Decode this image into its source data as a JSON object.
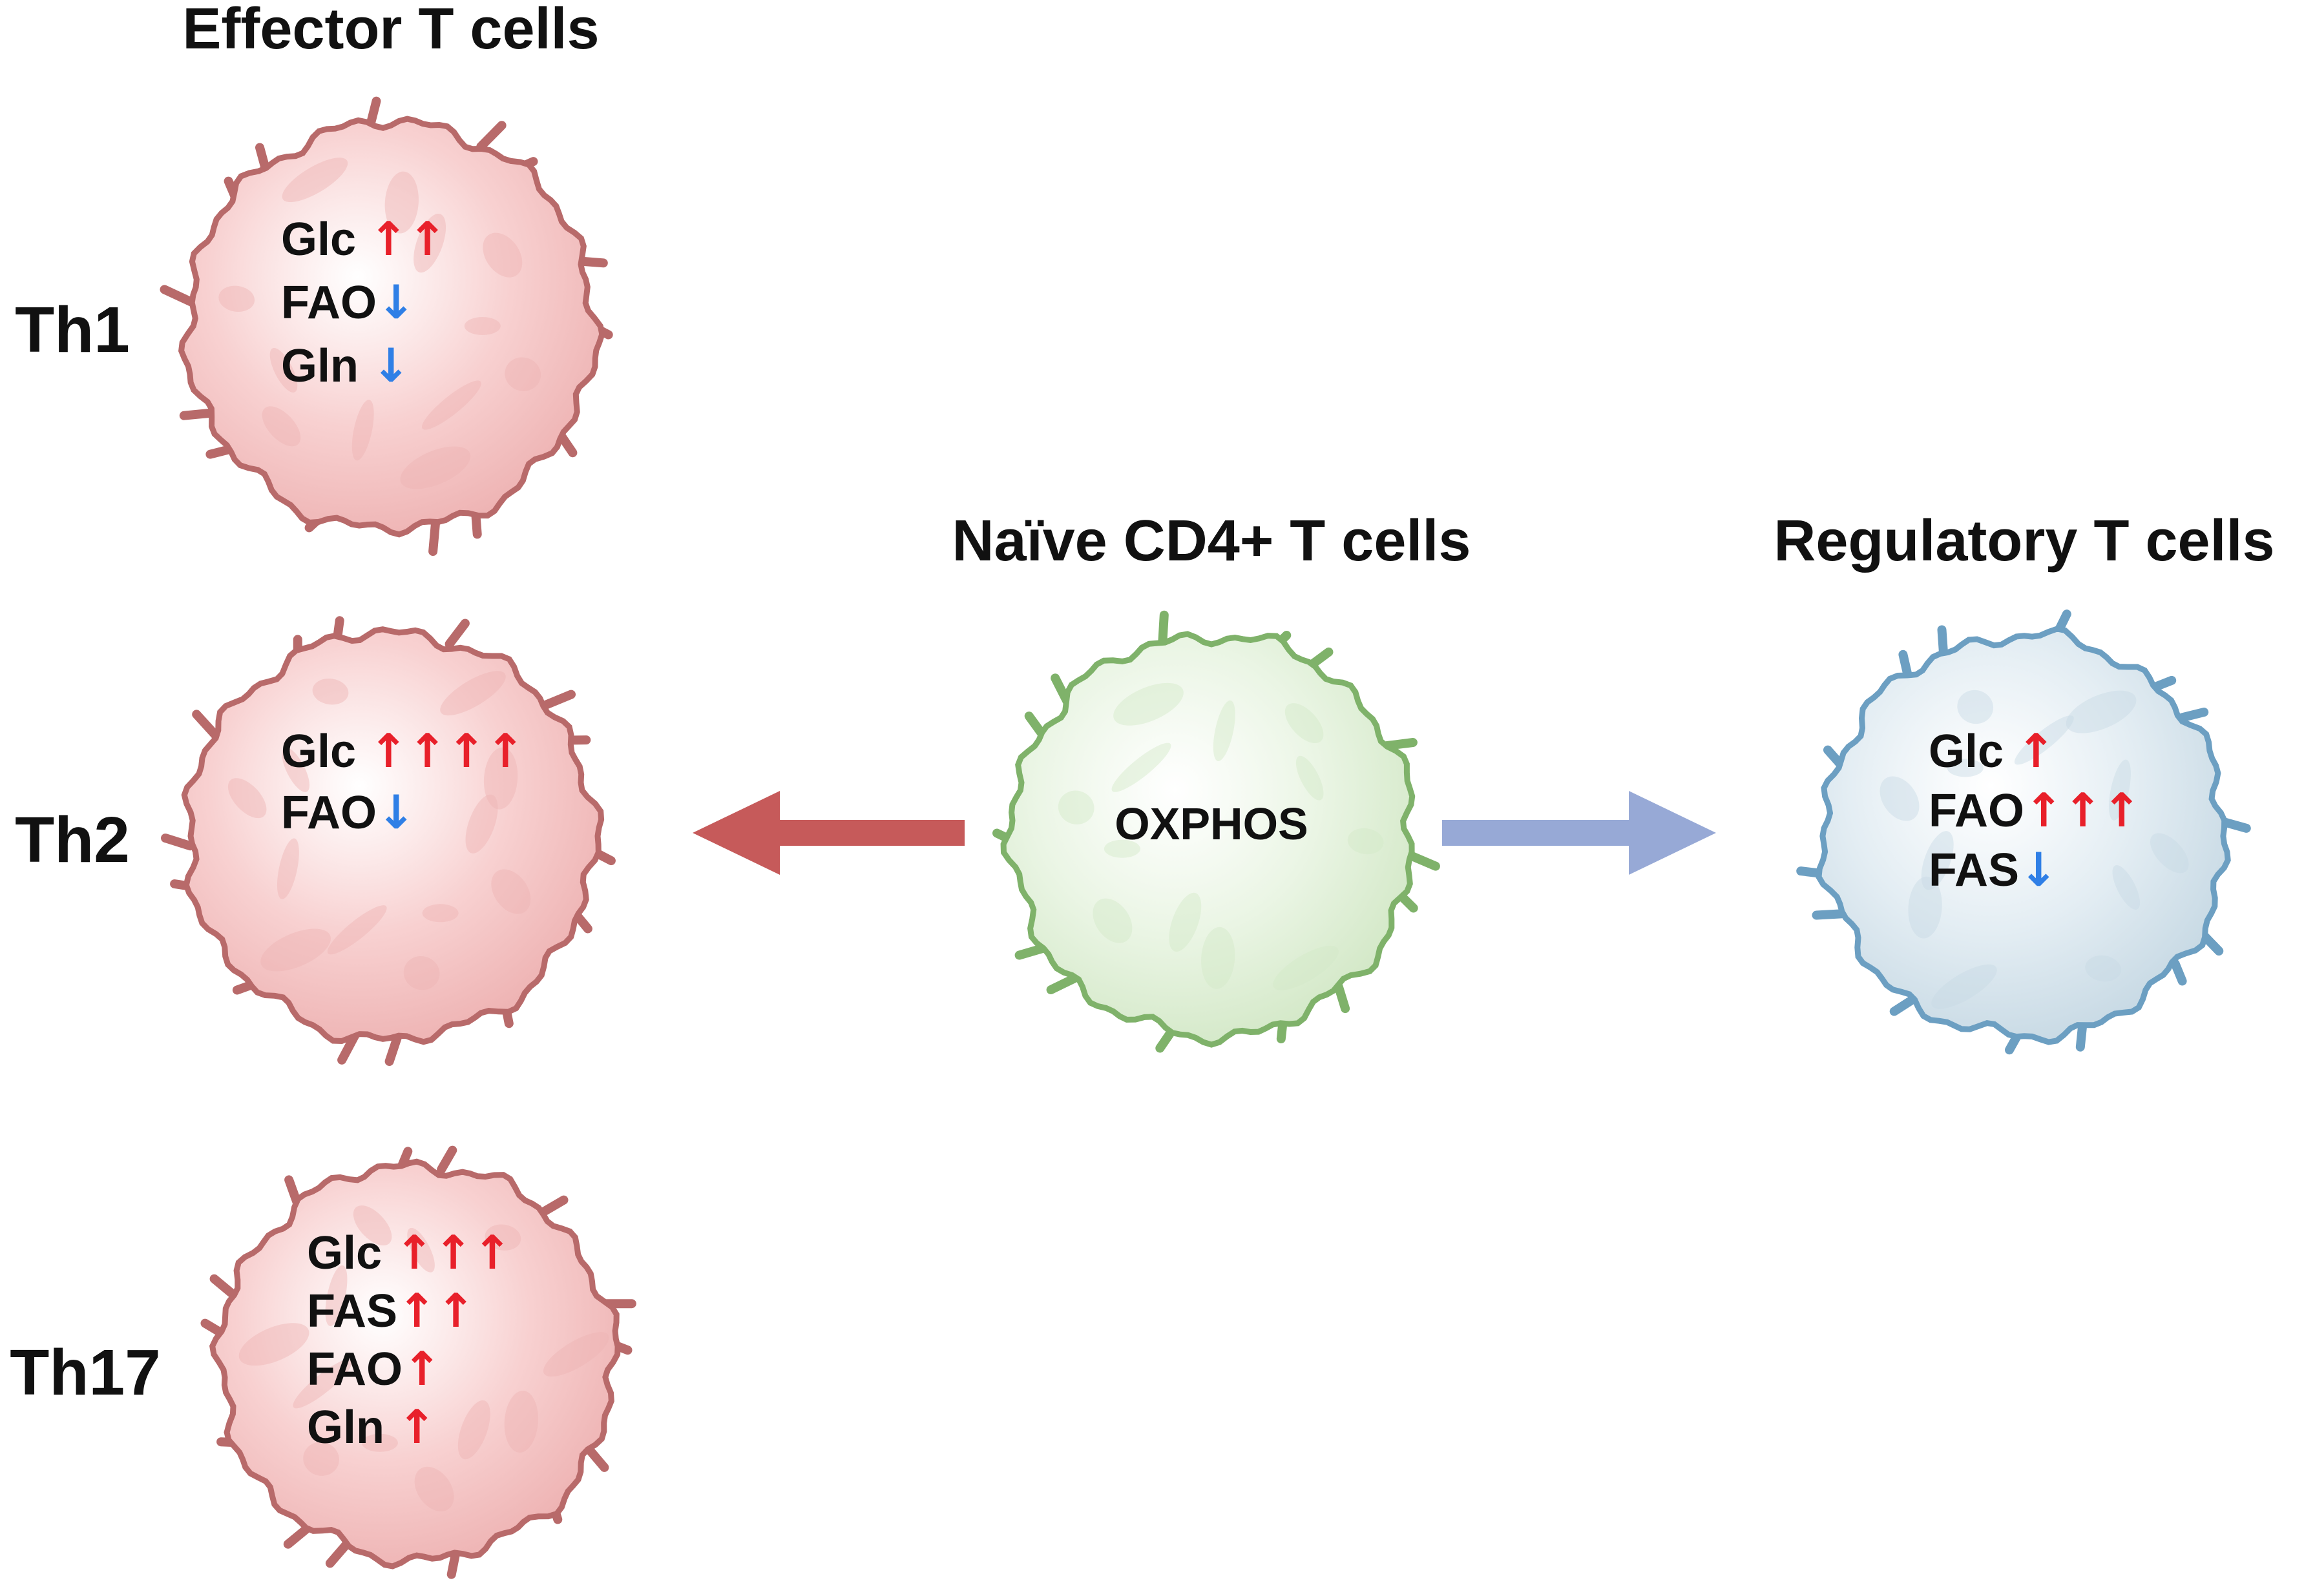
{
  "colors": {
    "effector_fill": "#f8d1d1",
    "effector_fill_dark": "#eeb3b3",
    "effector_stroke": "#b86a6a",
    "naive_fill": "#eaf5e4",
    "naive_fill_dark": "#d3e8c7",
    "naive_stroke": "#7fb26a",
    "treg_fill": "#e3edf3",
    "treg_fill_dark": "#c7d9e4",
    "treg_stroke": "#6c9fc2",
    "arrow_left": "#c65a5a",
    "arrow_right": "#97a9d6",
    "up_arrow": "#e8202a",
    "down_arrow": "#2f7fe6",
    "text": "#111111"
  },
  "headings": {
    "effector": "Effector T cells",
    "naive": "Naïve CD4+ T cells",
    "regulatory": "Regulatory T cells"
  },
  "cells": [
    {
      "id": "th1",
      "label": "Th1",
      "type": "effector",
      "markers": [
        {
          "name": "Glc ",
          "arrows": "↑↑",
          "direction": "up"
        },
        {
          "name": "FAO",
          "arrows": "↓",
          "direction": "down"
        },
        {
          "name": "Gln ",
          "arrows": "↓",
          "direction": "down"
        }
      ]
    },
    {
      "id": "th2",
      "label": "Th2",
      "type": "effector",
      "markers": [
        {
          "name": "Glc ",
          "arrows": "↑↑↑↑",
          "direction": "up"
        },
        {
          "name": "FAO",
          "arrows": "↓",
          "direction": "down"
        }
      ]
    },
    {
      "id": "th17",
      "label": "Th17",
      "type": "effector",
      "markers": [
        {
          "name": "Glc ",
          "arrows": "↑↑↑",
          "direction": "up"
        },
        {
          "name": "FAS",
          "arrows": "↑↑",
          "direction": "up"
        },
        {
          "name": "FAO",
          "arrows": "↑",
          "direction": "up"
        },
        {
          "name": "Gln ",
          "arrows": "↑",
          "direction": "up"
        }
      ]
    },
    {
      "id": "naive",
      "label": "",
      "type": "naive",
      "center_text": "OXPHOS",
      "markers": []
    },
    {
      "id": "treg",
      "label": "",
      "type": "treg",
      "markers": [
        {
          "name": "Glc ",
          "arrows": "↑",
          "direction": "up"
        },
        {
          "name": "FAO",
          "arrows": "↑↑↑",
          "direction": "up"
        },
        {
          "name": "FAS",
          "arrows": "↓",
          "direction": "down"
        }
      ]
    }
  ]
}
